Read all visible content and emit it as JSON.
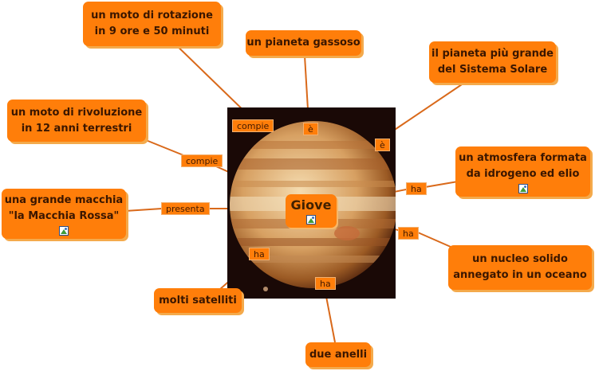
{
  "center": {
    "label": "Giove"
  },
  "nodes": {
    "rotation": [
      "un moto di rotazione",
      "in 9 ore e 50 minuti"
    ],
    "gas": [
      "un pianeta gassoso"
    ],
    "biggest": [
      "il pianeta più grande",
      "del Sistema Solare"
    ],
    "revolution": [
      "un moto di rivoluzione",
      "in 12 anni terrestri"
    ],
    "atmosphere": [
      "un atmosfera formata",
      "da idrogeno ed elio"
    ],
    "spot": [
      "una grande macchia",
      "\"la Macchia Rossa\""
    ],
    "core": [
      "un nucleo solido",
      "annegato in un oceano"
    ],
    "satellites": [
      "molti satelliti"
    ],
    "rings": [
      "due anelli"
    ]
  },
  "links": {
    "compie_rotation": "compie",
    "e_gas": "è",
    "e_biggest": "è",
    "compie_revolution": "compie",
    "ha_atmosphere": "ha",
    "presenta_spot": "presenta",
    "ha_core": "ha",
    "ha_satellites": "ha",
    "ha_rings": "ha"
  },
  "icons": [
    "image-icon"
  ],
  "colors": {
    "node": "#ff7e0a",
    "shadow": "#f4aa4c",
    "line": "#d9691a",
    "text": "#3a1600"
  }
}
